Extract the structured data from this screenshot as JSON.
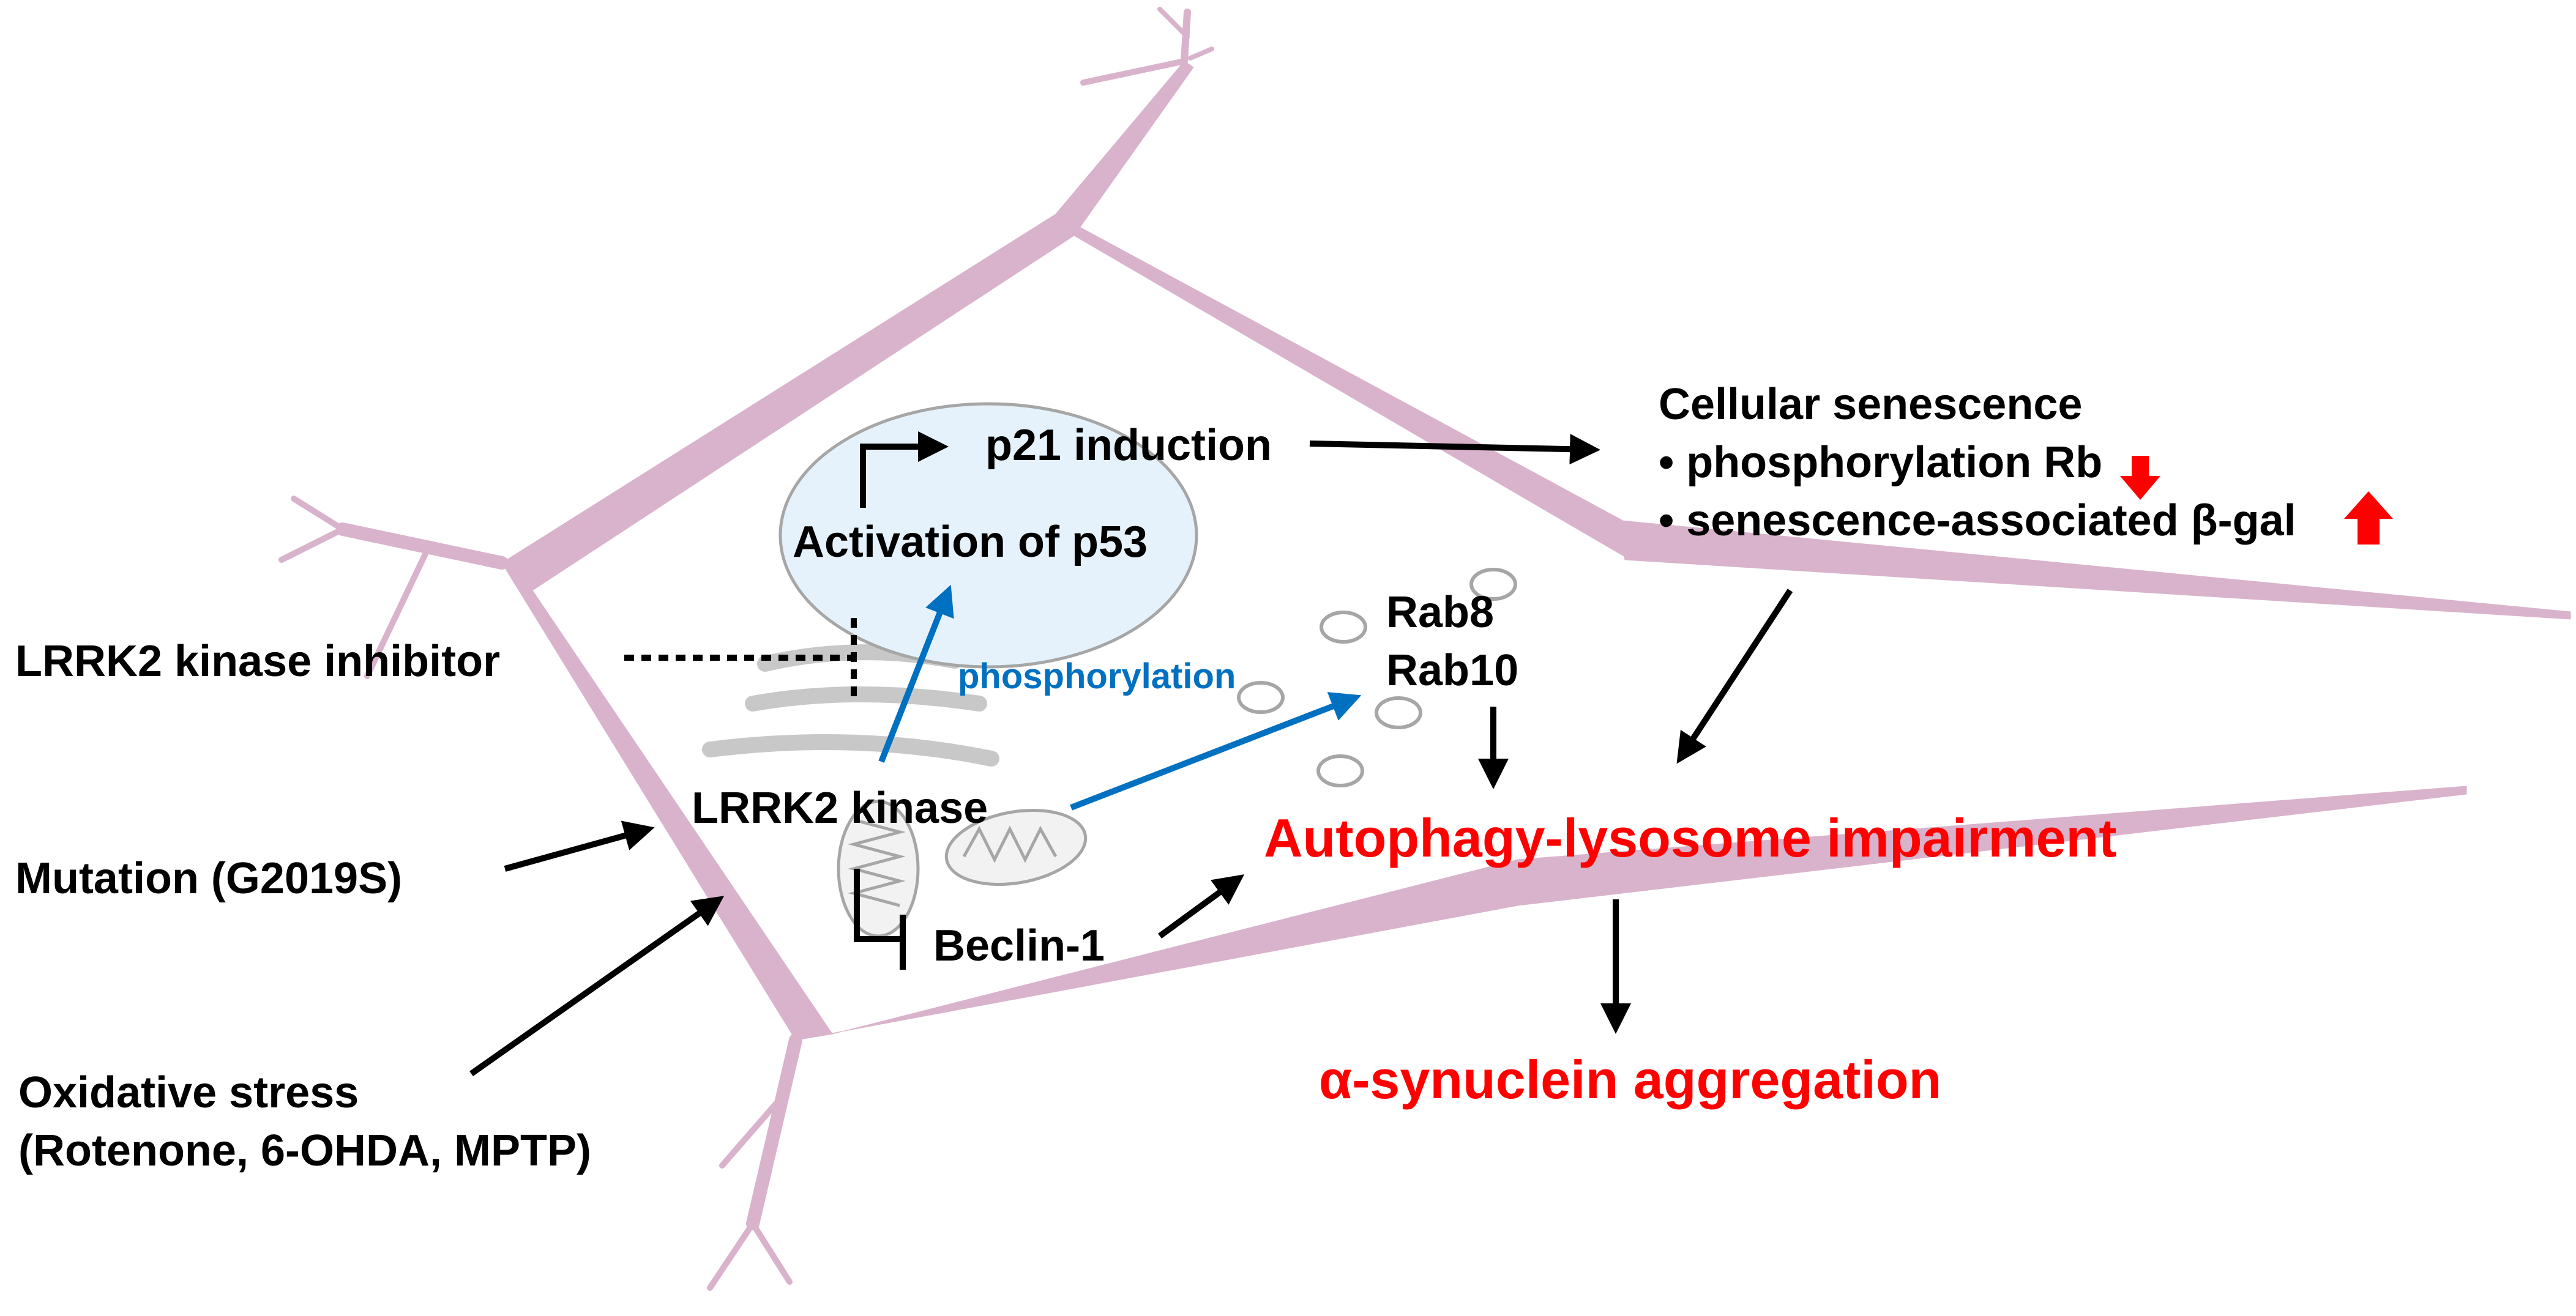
{
  "diagram": {
    "colors": {
      "cell_outline": "#d9b3cc",
      "nucleus_fill": "#e6f2fb",
      "nucleus_stroke": "#a6a6a6",
      "organelle": "#c8c8c8",
      "black_arrow": "#000000",
      "blue_arrow": "#0070c0",
      "red_text": "#ff0000"
    },
    "labels": {
      "p21_induction": "p21 induction",
      "activation_p53": "Activation of p53",
      "cellular_senescence": "Cellular senescence",
      "phosphorylation_rb": "• phosphorylation Rb",
      "senescence_beta_gal": "• senescence-associated β-gal",
      "lrrk2_inhibitor": "LRRK2 kinase inhibitor",
      "phosphorylation": "phosphorylation",
      "rab8": "Rab8",
      "rab10": "Rab10",
      "lrrk2_kinase": "LRRK2 kinase",
      "mutation": "Mutation (G2019S)",
      "autophagy_impairment": "Autophagy-lysosome impairment",
      "beclin1": "Beclin-1",
      "oxidative_stress_line1": "Oxidative stress",
      "oxidative_stress_line2": "(Rotenone, 6-OHDA, MPTP)",
      "alpha_synuclein": "α-synuclein aggregation"
    },
    "indicators": {
      "rb_direction": "down",
      "beta_gal_direction": "up"
    }
  }
}
